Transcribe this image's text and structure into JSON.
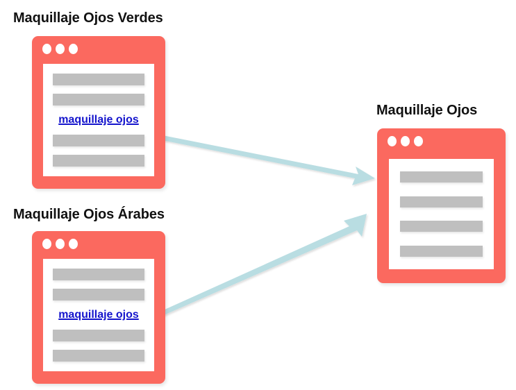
{
  "diagram": {
    "type": "internal-linking-diagram",
    "background_color": "#ffffff",
    "palette": {
      "card_chrome": "#fb695f",
      "page_background": "#ffffff",
      "content_bar": "#bfbfbf",
      "link_text": "#1414cc",
      "arrow": "#b9dde2",
      "title_text": "#111111"
    }
  },
  "source_cards": [
    {
      "id": "verdes",
      "title": "Maquillaje Ojos Verdes",
      "dots": [
        "dot-1",
        "dot-2",
        "dot-3"
      ],
      "content_rows": [
        "bar",
        "bar",
        "link",
        "bar",
        "bar"
      ],
      "link_text": "maquillaje ojos"
    },
    {
      "id": "arabes",
      "title": "Maquillaje Ojos Árabes",
      "dots": [
        "dot-1",
        "dot-2",
        "dot-3"
      ],
      "content_rows": [
        "bar",
        "bar",
        "link",
        "bar",
        "bar"
      ],
      "link_text": "maquillaje ojos"
    }
  ],
  "target_card": {
    "id": "target",
    "title": "Maquillaje Ojos",
    "dots": [
      "dot-1",
      "dot-2",
      "dot-3"
    ],
    "content_rows": [
      "bar",
      "bar",
      "bar",
      "bar"
    ]
  },
  "arrows": [
    {
      "id": "arrow-verdes-to-target",
      "from": "verdes",
      "to": "target",
      "direction": "down-right",
      "color": "#b9dde2"
    },
    {
      "id": "arrow-arabes-to-target",
      "from": "arabes",
      "to": "target",
      "direction": "up-right",
      "color": "#b9dde2"
    }
  ]
}
